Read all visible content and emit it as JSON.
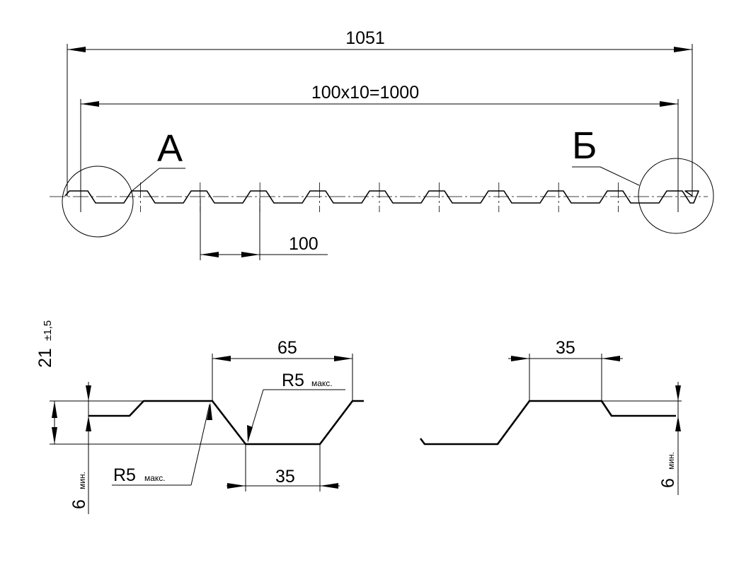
{
  "labels": {
    "overall_width": "1051",
    "pitch_total": "100x10=1000",
    "pitch": "100",
    "detail_a": "А",
    "detail_b": "Б",
    "height_value": "21",
    "height_tolerance": "±1,5",
    "top_width": "65",
    "bottom_width": "35",
    "right_top_width": "35",
    "radius_main": "R5",
    "radius_suffix": "макс.",
    "min_left_value": "6",
    "min_left_suffix": "мин.",
    "min_right_value": "6",
    "min_right_suffix": "мин."
  }
}
